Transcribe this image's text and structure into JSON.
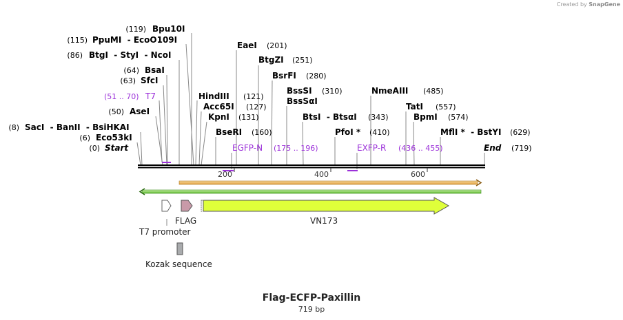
{
  "credit": {
    "prefix": "Created by",
    "brand": "SnapGene"
  },
  "sequence": {
    "name": "Flag-ECFP-Paxillin",
    "length_label": "719 bp",
    "length": 719
  },
  "colors": {
    "enzyme": "#000000",
    "primer": "#9b30d9",
    "arrow_orange": "#e8a33a",
    "arrow_green": "#6ec43a",
    "vn173": "#dfff3a",
    "flag": "#c89aa8",
    "kozak": "#a9abad"
  },
  "enzymes": [
    {
      "name": "Bpu10I",
      "num": "(119)",
      "pos": 119
    },
    {
      "name": "PpuMI  - EcoO109I",
      "num": "(115)",
      "pos": 115
    },
    {
      "name": "BtgI  - StyI  - NcoI",
      "num": "(86)",
      "pos": 86
    },
    {
      "name": "BsaI",
      "num": "(64)",
      "pos": 64
    },
    {
      "name": "SfcI",
      "num": "(63)",
      "pos": 63
    },
    {
      "name": "AseI",
      "num": "(50)",
      "pos": 50
    },
    {
      "name": "SacI  - BanII  - BsiHKAI",
      "num": "(8)",
      "pos": 8
    },
    {
      "name": "Eco53kI",
      "num": "(6)",
      "pos": 6
    },
    {
      "name": "Start",
      "num": "(0)",
      "pos": 0
    },
    {
      "name": "EaeI",
      "num": "(201)",
      "pos": 201
    },
    {
      "name": "BtgZI",
      "num": "(251)",
      "pos": 251
    },
    {
      "name": "HindIII",
      "num": "(121)",
      "pos": 121
    },
    {
      "name": "BsrFI",
      "num": "(280)",
      "pos": 280
    },
    {
      "name": "Acc65I",
      "num": "(127)",
      "pos": 127
    },
    {
      "name": "BssSI",
      "num": "(310)",
      "pos": 310
    },
    {
      "name": "BssSαI",
      "num": "",
      "pos": 310
    },
    {
      "name": "KpnI",
      "num": "(131)",
      "pos": 131
    },
    {
      "name": "BseRI",
      "num": "(160)",
      "pos": 160
    },
    {
      "name": "NmeAIII",
      "num": "(485)",
      "pos": 485
    },
    {
      "name": "BtsI  - BtsαI",
      "num": "(343)",
      "pos": 343
    },
    {
      "name": "TatI",
      "num": "(557)",
      "pos": 557
    },
    {
      "name": "PfoI *",
      "num": "(410)",
      "pos": 410
    },
    {
      "name": "BpmI",
      "num": "(574)",
      "pos": 574
    },
    {
      "name": "MflI *  - BstYI",
      "num": "(629)",
      "pos": 629
    },
    {
      "name": "End",
      "num": "(719)",
      "pos": 719
    }
  ],
  "primers": [
    {
      "name": "T7",
      "range": "(51 .. 70)"
    },
    {
      "name": "EGFP-N",
      "range": ""
    },
    {
      "name": "",
      "range": "(175 .. 196)"
    },
    {
      "name": "EXFP-R",
      "range": ""
    },
    {
      "name": "",
      "range": "(436 .. 455)"
    }
  ],
  "ruler": {
    "ticks": [
      "200",
      "400",
      "600"
    ]
  },
  "features": {
    "flag": "FLAG",
    "t7": "T7 promoter",
    "vn173": "VN173",
    "kozak": "Kozak sequence"
  }
}
